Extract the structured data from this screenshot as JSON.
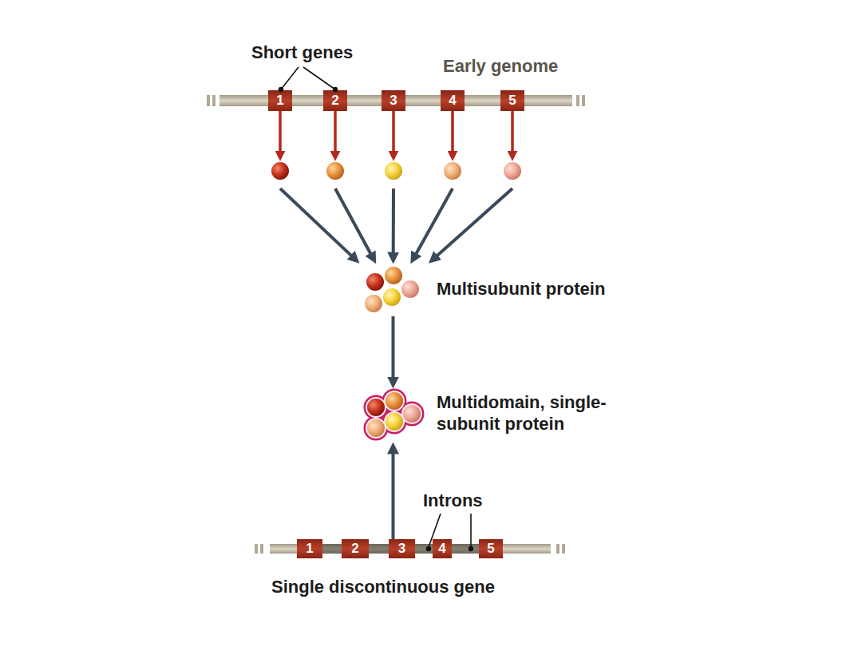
{
  "diagram": {
    "nodes": [
      {
        "text": [
          "Early genome"
        ]
      },
      {
        "text": [
          "1"
        ],
        "in": 0
      },
      {
        "text": [
          "2"
        ],
        "in": 0
      },
      {
        "text": [
          "3"
        ],
        "in": 0
      },
      {
        "text": [
          "4"
        ],
        "in": 0
      },
      {
        "text": [
          "5"
        ],
        "in": 0
      },
      {
        "text": [
          "Multisubunit protein"
        ]
      },
      {
        "text": [
          "Multidomain, single-subunit protein"
        ]
      },
      {
        "text": [
          "Single discontinuous gene"
        ]
      },
      {
        "text": [
          "1"
        ],
        "in": 8
      },
      {
        "text": [
          "2"
        ],
        "in": 8
      },
      {
        "text": [
          "3"
        ],
        "in": 8
      },
      {
        "text": [
          "4"
        ],
        "in": 8
      },
      {
        "text": [
          "5"
        ],
        "in": 8
      }
    ],
    "edges": [
      {
        "from": 1,
        "to": 6,
        "arrow": "to"
      },
      {
        "from": 2,
        "to": 6,
        "arrow": "to"
      },
      {
        "from": 3,
        "to": 6,
        "arrow": "to"
      },
      {
        "from": 4,
        "to": 6,
        "arrow": "to"
      },
      {
        "from": 5,
        "to": 6,
        "arrow": "to"
      },
      {
        "from": 6,
        "to": 7,
        "arrow": "to"
      },
      {
        "from": 8,
        "to": 7,
        "arrow": "to"
      }
    ],
    "labels": [
      "Short genes",
      "Introns"
    ]
  }
}
